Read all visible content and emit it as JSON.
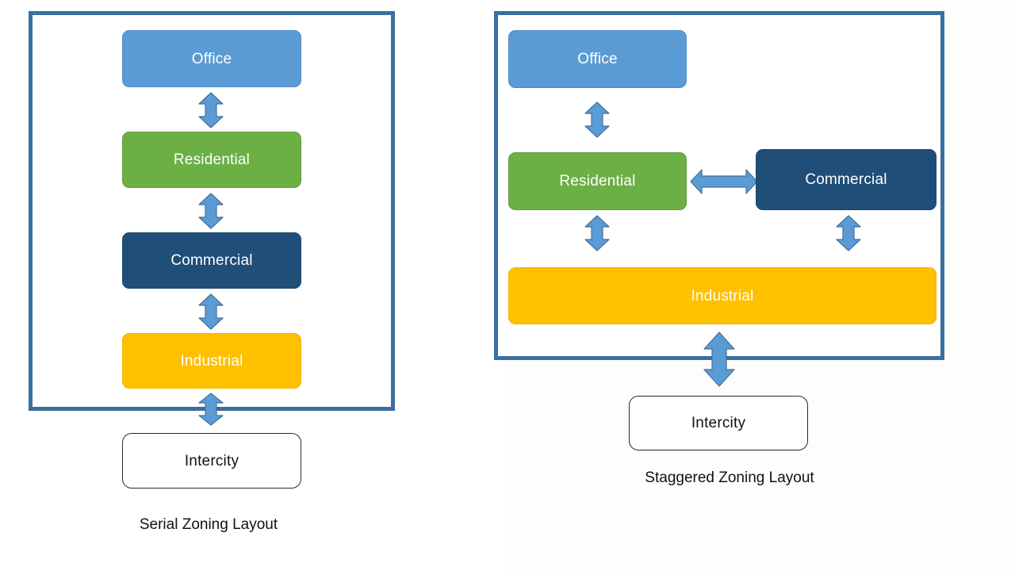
{
  "slide": {
    "background": "#ffffff",
    "panel_border_color": "#3A6FA0"
  },
  "palette": {
    "office": "#5B9BD5",
    "residential": "#6CAF45",
    "commercial": "#1F4E79",
    "industrial": "#FFC000",
    "arrow_fill": "#5B9BD5",
    "arrow_stroke": "#41719C",
    "outline_box": "#FFFFFF"
  },
  "left_diagram": {
    "caption": "Serial Zoning Layout",
    "nodes": [
      {
        "label": "Office",
        "style": "office"
      },
      {
        "label": "Residential",
        "style": "residential"
      },
      {
        "label": "Commercial",
        "style": "commercial"
      },
      {
        "label": "Industrial",
        "style": "industrial"
      },
      {
        "label": "Intercity",
        "style": "outline"
      }
    ],
    "connections": [
      {
        "from": "Office",
        "to": "Residential",
        "type": "double-vertical"
      },
      {
        "from": "Residential",
        "to": "Commercial",
        "type": "double-vertical"
      },
      {
        "from": "Commercial",
        "to": "Industrial",
        "type": "double-vertical"
      },
      {
        "from": "Industrial",
        "to": "Intercity",
        "type": "double-vertical"
      }
    ]
  },
  "right_diagram": {
    "caption": "Staggered Zoning Layout",
    "nodes": [
      {
        "label": "Office",
        "style": "office"
      },
      {
        "label": "Residential",
        "style": "residential"
      },
      {
        "label": "Commercial",
        "style": "commercial"
      },
      {
        "label": "Industrial",
        "style": "industrial"
      },
      {
        "label": "Intercity",
        "style": "outline"
      }
    ],
    "connections": [
      {
        "from": "Office",
        "to": "Residential",
        "type": "double-vertical"
      },
      {
        "from": "Residential",
        "to": "Commercial",
        "type": "double-horizontal"
      },
      {
        "from": "Residential",
        "to": "Industrial",
        "type": "double-vertical"
      },
      {
        "from": "Commercial",
        "to": "Industrial",
        "type": "double-vertical"
      },
      {
        "from": "Industrial",
        "to": "Intercity",
        "type": "double-vertical"
      }
    ]
  }
}
